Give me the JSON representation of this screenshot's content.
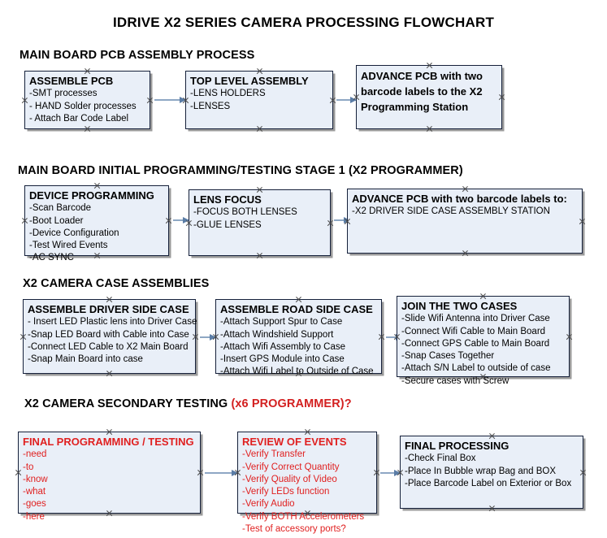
{
  "title": "IDRIVE X2  SERIES CAMERA PROCESSING FLOWCHART",
  "sections": [
    {
      "id": "main-board-pcb-assembly",
      "header": "MAIN BOARD PCB ASSEMBLY PROCESS",
      "accent": ""
    },
    {
      "id": "main-board-initial-programming",
      "header": "MAIN BOARD INITIAL PROGRAMMING/TESTING STAGE 1 (X2 PROGRAMMER)",
      "accent": ""
    },
    {
      "id": "x2-camera-case-assemblies",
      "header": "X2 CAMERA CASE ASSEMBLIES",
      "accent": ""
    },
    {
      "id": "x2-camera-secondary-testing",
      "header": "X2 CAMERA SECONDARY TESTING ",
      "accent": "(x6 PROGRAMMER)?"
    }
  ],
  "colors": {
    "box_fill": "#e9eff8",
    "box_border": "#15203a",
    "connector": "#8ea7c4",
    "accent_red": "#e02020"
  },
  "boxes": {
    "assemble_pcb": {
      "title": "ASSEMBLE PCB",
      "lines": [
        "-SMT processes",
        "- HAND Solder processes",
        "- Attach Bar Code Label"
      ]
    },
    "top_level_assembly": {
      "title": "TOP LEVEL ASSEMBLY",
      "lines": [
        "-LENS HOLDERS",
        "-LENSES"
      ]
    },
    "advance_pcb_programming_station": {
      "title": "ADVANCE PCB with two barcode labels to the  X2 Programming Station",
      "lines": []
    },
    "device_programming": {
      "title": "DEVICE PROGRAMMING",
      "lines": [
        "-Scan Barcode",
        "-Boot Loader",
        "-Device Configuration",
        "-Test Wired Events",
        "-AC SYNC"
      ]
    },
    "lens_focus": {
      "title": "LENS FOCUS",
      "lines": [
        "-FOCUS BOTH LENSES",
        "-GLUE LENSES"
      ]
    },
    "advance_pcb_driver_side": {
      "title": "ADVANCE PCB with two barcode labels to:",
      "lines": [
        "-X2 DRIVER  SIDE  CASE  ASSEMBLY STATION"
      ]
    },
    "assemble_driver_side_case": {
      "title": "ASSEMBLE DRIVER SIDE CASE",
      "lines": [
        "- Insert LED Plastic lens into Driver Case",
        "-Snap LED Board with Cable into Case",
        "-Connect LED Cable to X2 Main Board",
        "-Snap Main Board into case"
      ]
    },
    "assemble_road_side_case": {
      "title": "ASSEMBLE ROAD SIDE CASE",
      "lines": [
        "-Attach Support Spur to Case",
        "-Attach Windshield Support",
        "-Attach Wifi Assembly to Case",
        "-Insert GPS Module into Case",
        "-Attach Wifi Label to Outside of Case"
      ]
    },
    "join_the_two_cases": {
      "title": "JOIN THE TWO CASES",
      "lines": [
        "-Slide Wifi Antenna into Driver Case",
        "-Connect Wifi Cable to Main Board",
        "-Connect GPS Cable to Main Board",
        "-Snap Cases Together",
        "-Attach S/N Label to outside of case",
        "-Secure cases with Screw"
      ]
    },
    "final_programming_testing": {
      "title": "FINAL PROGRAMMING / TESTING",
      "lines": [
        "-need",
        "-to",
        "-know",
        "-what",
        "-goes",
        "-here"
      ]
    },
    "review_of_events": {
      "title": "REVIEW OF EVENTS",
      "lines": [
        "-Verify Transfer",
        "-Verify Correct Quantity",
        "-Verify Quality of Video",
        "-Verify LEDs function",
        "-Verify Audio",
        "-Verify BOTH Accelerometers",
        "-Test of accessory ports?"
      ]
    },
    "final_processing": {
      "title": "FINAL PROCESSING",
      "lines": [
        " -Check Final Box",
        "-Place In Bubble wrap Bag and BOX",
        "-Place Barcode Label on Exterior or Box"
      ]
    }
  }
}
